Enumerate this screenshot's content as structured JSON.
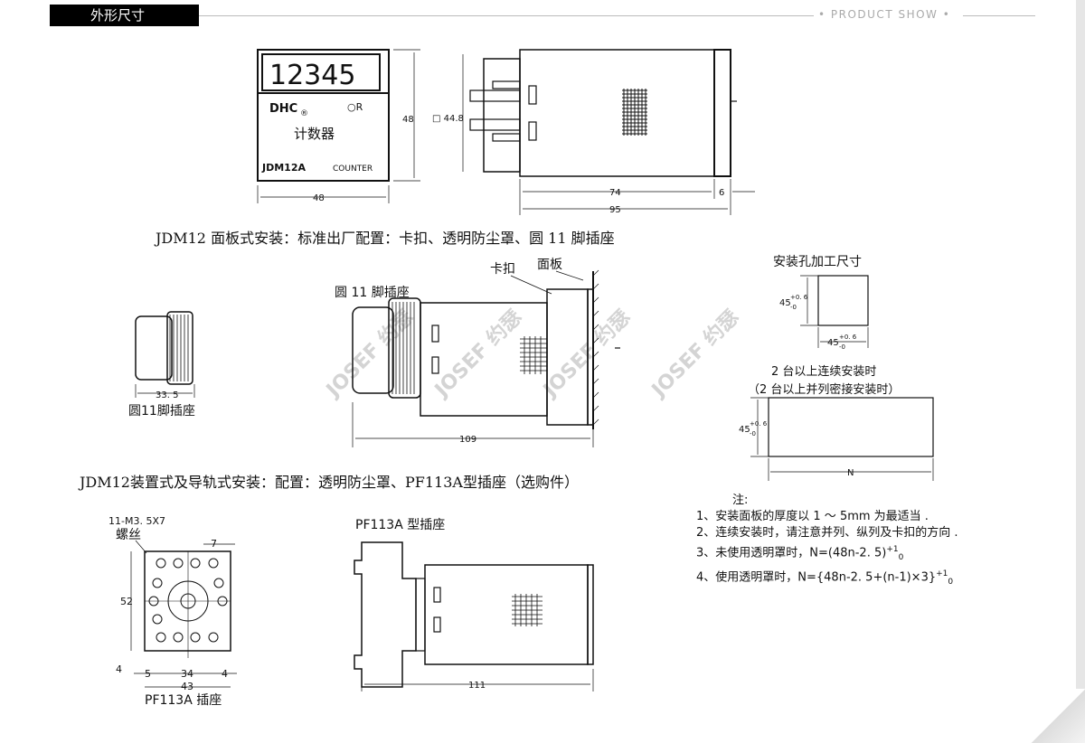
{
  "header": {
    "title": "外形尺寸",
    "tag": "• PRODUCT SHOW •"
  },
  "front_view": {
    "display": "12345",
    "brand": "DHC",
    "registered": "®",
    "indicator": "○R",
    "product_name": "计数器",
    "model": "JDM12A",
    "type_label": "COUNTER",
    "dim_height": "48",
    "dim_width": "48"
  },
  "side_view": {
    "dim_square": "□ 44.8",
    "dim_body": "74",
    "dim_flange": "6",
    "dim_total": "95"
  },
  "caption1": "JDM12 面板式安装：标准出厂配置：卡扣、透明防尘罩、圆 11 脚插座",
  "socket_small": {
    "dim": "33. 5",
    "label": "圆11脚插座"
  },
  "assembly": {
    "label_clip": "卡扣",
    "label_panel": "面板",
    "label_socket": "圆 11 脚插座",
    "dim_total": "109"
  },
  "watermark": "JOSEF 约瑟",
  "cutout": {
    "title": "安装孔加工尺寸",
    "dim_h": "45",
    "dim_w": "45",
    "tol_up": "+0. 6",
    "tol_down": "-0",
    "multi_title": "2 台以上连续安装时",
    "multi_subtitle": "（2 台以上并列密接安装时）",
    "dim_n": "N"
  },
  "caption2": "JDM12装置式及导轨式安装：配置：透明防尘罩、PF113A型插座（选购件）",
  "pf_socket": {
    "screw_spec": "11-M3. 5X7",
    "screw_label": "螺丝",
    "dim_7": "7",
    "dim_52": "52",
    "dim_4a": "4",
    "dim_5": "5",
    "dim_34": "34",
    "dim_4b": "4",
    "dim_43": "43",
    "label": "PF113A 插座"
  },
  "rail_view": {
    "label": "PF113A 型插座",
    "dim_total": "111"
  },
  "notes": {
    "title": "注:",
    "items": [
      "1、安装面板的厚度以 1 ～ 5mm 为最适当 .",
      "2、连续安装时，请注意并列、纵列及卡扣的方向 .",
      "3、未使用透明罩时，N=(48n-2. 5)",
      "4、使用透明罩时，N={48n-2. 5+(n-1)×3}"
    ],
    "sup": "+1",
    "sub": "0"
  }
}
